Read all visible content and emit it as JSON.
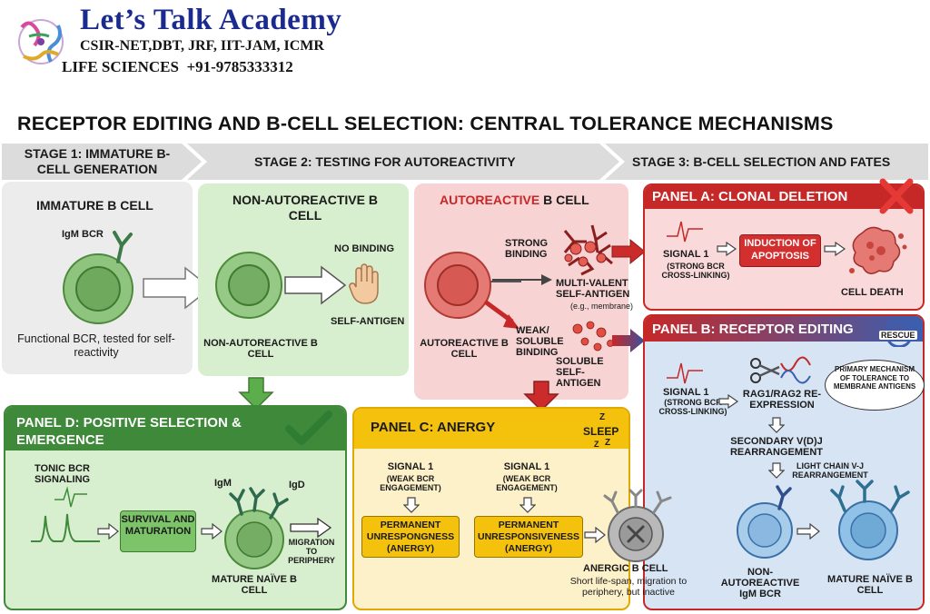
{
  "header": {
    "title": "Let’s Talk Academy",
    "line2": "CSIR-NET,DBT, JRF, IIT-JAM, ICMR",
    "line3": "LIFE SCIENCES  +91-9785333312"
  },
  "main_title": "RECEPTOR EDITING AND B-CELL SELECTION: CENTRAL TOLERANCE MECHANISMS",
  "stages": {
    "stage1": "STAGE 1: IMMATURE B-CELL GENERATION",
    "stage2": "STAGE 2: TESTING FOR AUTOREACTIVITY",
    "stage3": "STAGE 3: B-CELL SELECTION AND FATES"
  },
  "stage1": {
    "title": "IMMATURE B CELL",
    "bcr": "IgM BCR",
    "caption": "Functional BCR, tested for self-reactivity"
  },
  "nonauto": {
    "title": "NON-AUTOREACTIVE B CELL",
    "no_binding": "NO BINDING",
    "self_antigen": "SELF-ANTIGEN",
    "cell_label": "NON-AUTOREACTIVE B CELL"
  },
  "auto": {
    "title_red": "AUTOREACTIVE",
    "title_rest": " B CELL",
    "strong": "STRONG BINDING",
    "multivalent": "MULTI-VALENT SELF-ANTIGEN",
    "multivalent_note": "(e.g., membrane)",
    "weak": "WEAK/ SOLUBLE BINDING",
    "soluble": "SOLUBLE SELF-ANTIGEN",
    "cell_label": "AUTOREACTIVE B CELL"
  },
  "panel_a": {
    "title": "PANEL A: CLONAL DELETION",
    "signal": "SIGNAL 1",
    "signal_note": "(STRONG BCR CROSS-LINKING)",
    "apoptosis": "INDUCTION OF APOPTOSIS",
    "death": "CELL DEATH"
  },
  "panel_b": {
    "title": "PANEL B: RECEPTOR EDITING",
    "rescue": "RESCUE",
    "signal": "SIGNAL 1",
    "signal_note": "(STRONG BCR CROSS-LINKING)",
    "rag": "RAG1/RAG2 RE-EXPRESSION",
    "primary": "PRIMARY MECHANISM OF TOLERANCE TO MEMBRANE ANTIGENS",
    "secondary": "SECONDARY V(D)J REARRANGEMENT",
    "light": "LIGHT CHAIN V-J REARRANGEMENT",
    "nonauto": "NON-AUTOREACTIVE IgM BCR",
    "mature": "MATURE NAÏVE B CELL"
  },
  "panel_c": {
    "title": "PANEL C: ANERGY",
    "sleep": "SLEEP",
    "zzz": "Z",
    "signal1": "SIGNAL 1",
    "signal1_note": "(WEAK BCR ENGAGEMENT)",
    "result1": "PERMANENT UNRESPONGNESS (ANERGY)",
    "signal2": "SIGNAL 1",
    "signal2_note": "(WEAK BCR ENGAGEMENT)",
    "result2": "PERMANENT UNRESPONSIVENESS (ANERGY)",
    "anergic": "ANERGIC B CELL",
    "anergic_note": "Short life-span, migration to periphery, but inactive"
  },
  "panel_d": {
    "title": "PANEL D: POSITIVE SELECTION & EMERGENCE",
    "tonic": "TONIC BCR SIGNALING",
    "survival": "SURVIVAL AND MATURATION",
    "igm": "IgM",
    "igd": "IgD",
    "migration": "MIGRATION TO PERIPHERY",
    "mature": "MATURE NAÏVE B CELL"
  },
  "colors": {
    "green_panel": "#dff0d6",
    "green_dark": "#3f8a3a",
    "red_panel": "#f7d7d7",
    "red_dark": "#c62828",
    "blue_panel": "#d6e4f3",
    "yellow_panel": "#fdf1c9",
    "yellow_dark": "#f2b600",
    "gray_panel": "#ececec"
  }
}
